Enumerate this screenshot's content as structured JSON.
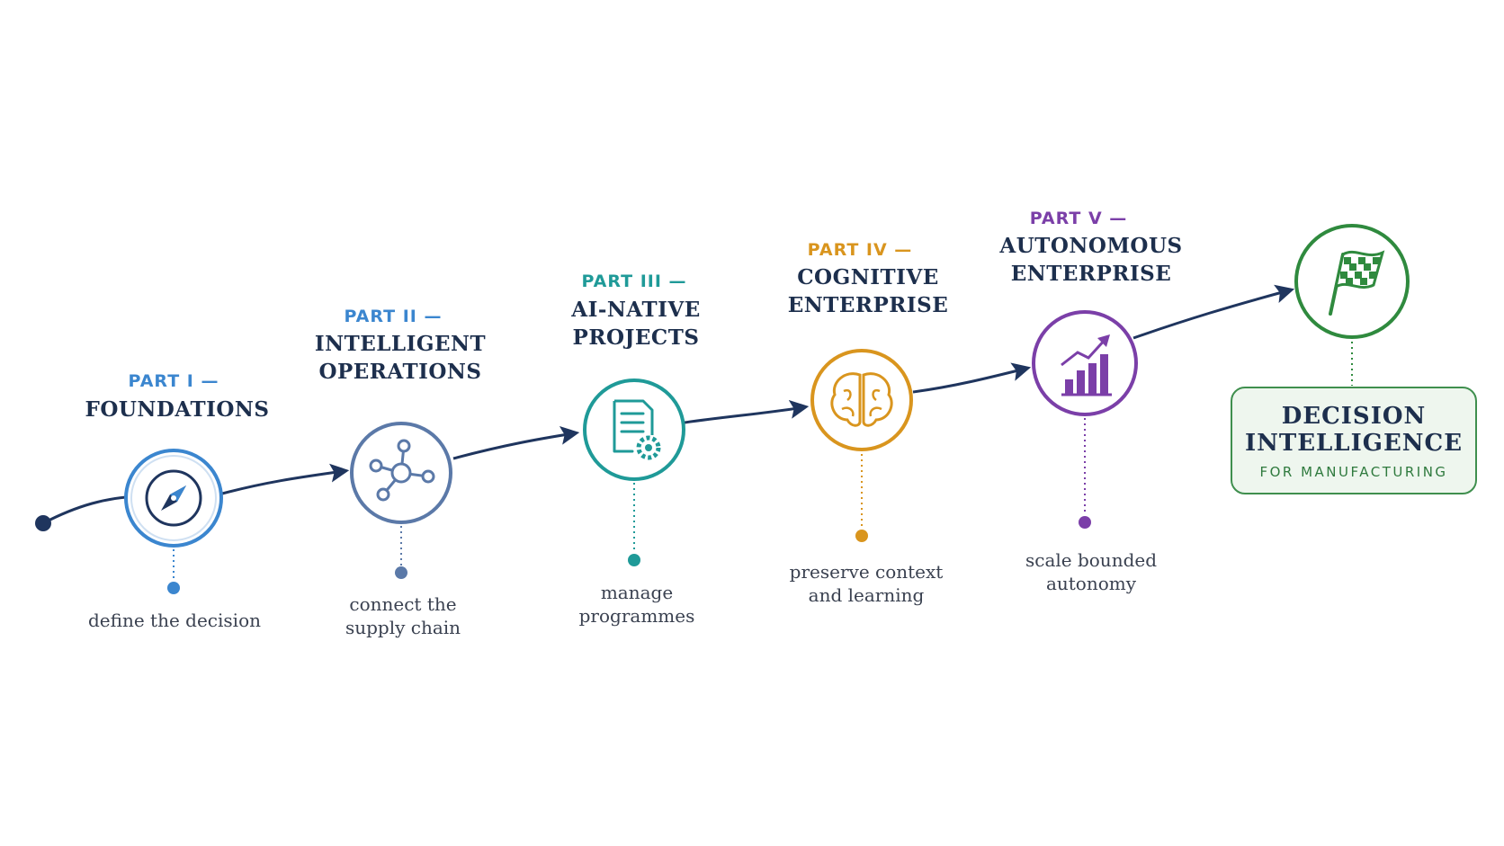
{
  "stages": [
    {
      "part": "PART I —",
      "title": [
        "FOUNDATIONS"
      ],
      "desc": [
        "define the decision"
      ],
      "icon": "compass-icon",
      "color": "#3b86cf"
    },
    {
      "part": "PART II —",
      "title": [
        "INTELLIGENT",
        "OPERATIONS"
      ],
      "desc": [
        "connect the",
        "supply chain"
      ],
      "icon": "network-icon",
      "color": "#5b79a8"
    },
    {
      "part": "PART III —",
      "title": [
        "AI-NATIVE",
        "PROJECTS"
      ],
      "desc": [
        "manage",
        "programmes"
      ],
      "icon": "document-gear-icon",
      "color": "#1f9a98"
    },
    {
      "part": "PART IV —",
      "title": [
        "COGNITIVE",
        "ENTERPRISE"
      ],
      "desc": [
        "preserve context",
        "and learning"
      ],
      "icon": "brain-icon",
      "color": "#d9951e"
    },
    {
      "part": "PART V —",
      "title": [
        "AUTONOMOUS",
        "ENTERPRISE"
      ],
      "desc": [
        "scale bounded",
        "autonomy"
      ],
      "icon": "growth-chart-icon",
      "color": "#7b3fa8"
    }
  ],
  "final": {
    "title": [
      "DECISION",
      "INTELLIGENCE"
    ],
    "subtitle": "FOR MANUFACTURING",
    "icon": "checkered-flag-icon",
    "color": "#2f8a3e"
  },
  "colors": {
    "path": "#1f355e"
  }
}
